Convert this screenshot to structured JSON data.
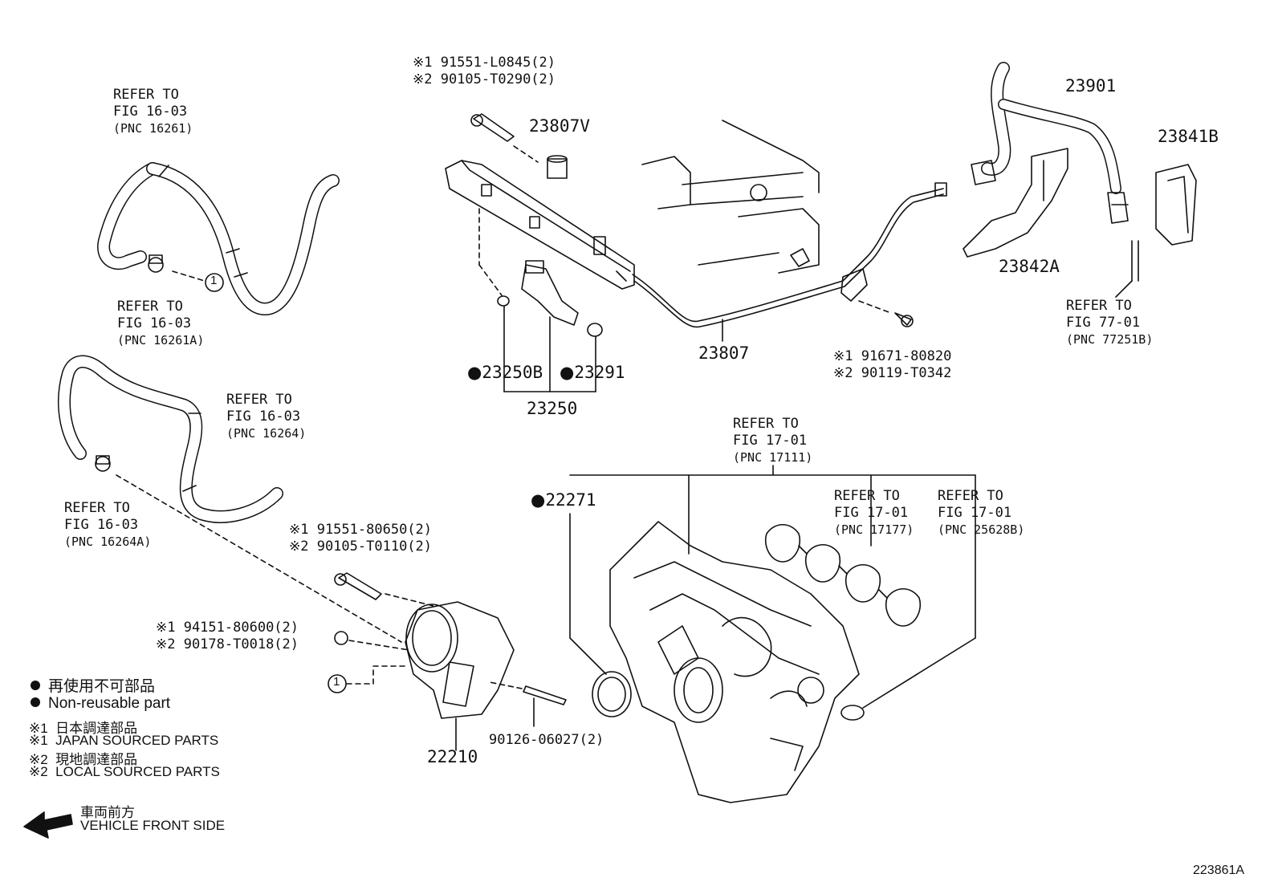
{
  "diagram_id": "223861A",
  "refs": {
    "r1": {
      "l1": "REFER TO",
      "l2": "FIG 16-03",
      "l3": "(PNC 16261)"
    },
    "r2": {
      "l1": "REFER TO",
      "l2": "FIG 16-03",
      "l3": "(PNC 16261A)"
    },
    "r3": {
      "l1": "REFER TO",
      "l2": "FIG 16-03",
      "l3": "(PNC 16264)"
    },
    "r4": {
      "l1": "REFER TO",
      "l2": "FIG 16-03",
      "l3": "(PNC 16264A)"
    },
    "r5": {
      "l1": "REFER TO",
      "l2": "FIG 17-01",
      "l3": "(PNC 17111)"
    },
    "r6": {
      "l1": "REFER TO",
      "l2": "FIG 17-01",
      "l3": "(PNC 17177)"
    },
    "r7": {
      "l1": "REFER TO",
      "l2": "FIG 17-01",
      "l3": "(PNC 25628B)"
    },
    "r8": {
      "l1": "REFER TO",
      "l2": "FIG 77-01",
      "l3": "(PNC 77251B)"
    }
  },
  "fasteners": {
    "f1": {
      "a": "※1 91551-L0845(2)",
      "b": "※2 90105-T0290(2)"
    },
    "f2": {
      "a": "※1 91671-80820",
      "b": "※2 90119-T0342"
    },
    "f3": {
      "a": "※1 91551-80650(2)",
      "b": "※2 90105-T0110(2)"
    },
    "f4": {
      "a": "※1 94151-80600(2)",
      "b": "※2 90178-T0018(2)"
    }
  },
  "parts": {
    "p23807V": "23807V",
    "p23807": "23807",
    "p23250B": "23250B",
    "p23291": "23291",
    "p23250": "23250",
    "p23901": "23901",
    "p23841B": "23841B",
    "p23842A": "23842A",
    "p22271": "22271",
    "p22210": "22210",
    "p90126": "90126-06027(2)"
  },
  "callout": "1",
  "legend": {
    "l1": "再使用不可部品",
    "l2": "Non-reusable part",
    "l3": "※1  日本調達部品",
    "l4": "※1  JAPAN SOURCED PARTS",
    "l5": "※2  現地調達部品",
    "l6": "※2  LOCAL SOURCED PARTS"
  },
  "direction": {
    "jp": "車両前方",
    "en": "VEHICLE FRONT SIDE"
  }
}
